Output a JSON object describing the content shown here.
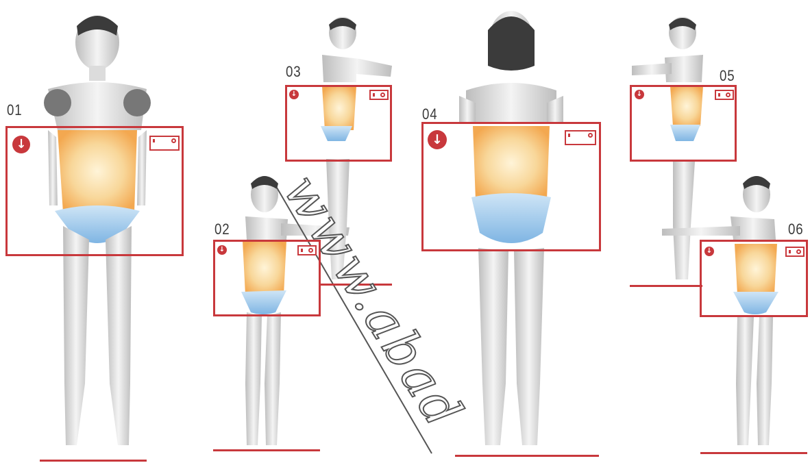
{
  "panels": [
    {
      "number": "01"
    },
    {
      "number": "02"
    },
    {
      "number": "03"
    },
    {
      "number": "04"
    },
    {
      "number": "05"
    },
    {
      "number": "06"
    }
  ],
  "icons": {
    "indicator": "download-arrow-icon",
    "camera": "camera-icon",
    "indicator_glyph": "↓"
  },
  "watermark": {
    "text": "www.abad"
  },
  "colors": {
    "frame": "#c8383c",
    "skin": "#ececec",
    "highlight": "#f6c06a",
    "briefs": "#9cc7ea",
    "text": "#3a3a3a"
  }
}
